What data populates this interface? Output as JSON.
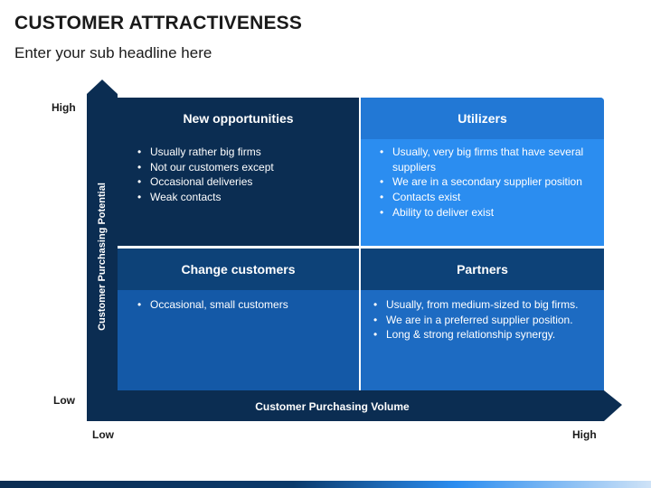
{
  "header": {
    "title": "CUSTOMER ATTRACTIVENESS",
    "subtitle": "Enter your sub headline here"
  },
  "axes": {
    "y_title": "Customer Purchasing Potential",
    "y_high": "High",
    "y_low": "Low",
    "x_title": "Customer Purchasing Volume",
    "x_low": "Low",
    "x_high": "High"
  },
  "quadrants": {
    "top_left": {
      "title": "New opportunities",
      "items": [
        "Usually rather big firms",
        "Not our customers except",
        "Occasional deliveries",
        "Weak contacts"
      ]
    },
    "top_right": {
      "title": "Utilizers",
      "items": [
        "Usually, very big firms that have several suppliers",
        "We are in a secondary supplier position",
        "Contacts exist",
        "Ability to deliver exist"
      ]
    },
    "bottom_left": {
      "title": "Change customers",
      "items": [
        "Occasional, small customers"
      ]
    },
    "bottom_right": {
      "title": "Partners",
      "items": [
        "Usually, from medium-sized to big firms.",
        "We are in a preferred supplier position.",
        "Long & strong relationship synergy."
      ]
    }
  },
  "colors": {
    "navy": "#0b2d52",
    "bright_blue": "#2b8df0",
    "mid_blue": "#1459a7",
    "axis": "#0b2d52"
  }
}
